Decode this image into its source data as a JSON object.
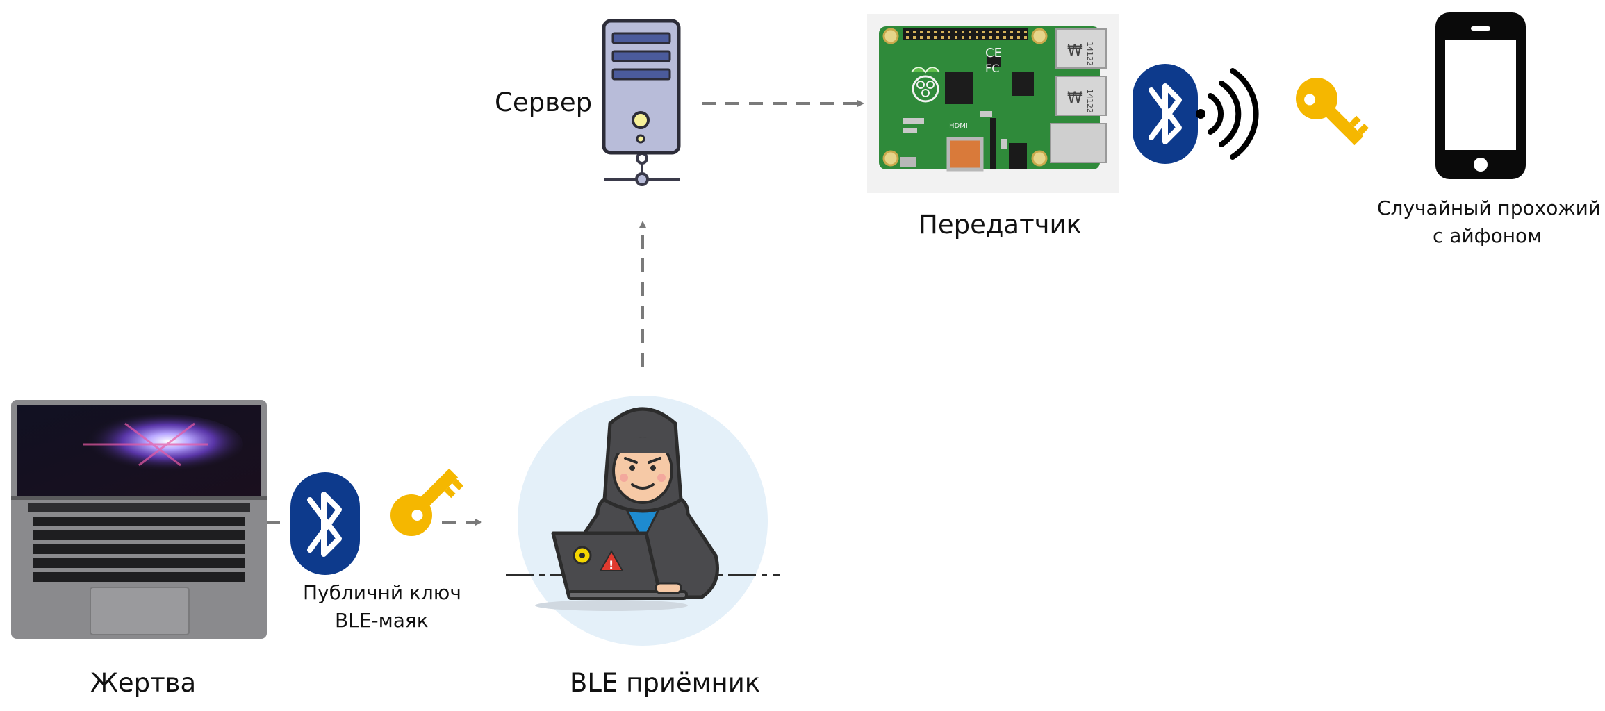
{
  "labels": {
    "server": "Сервер",
    "transmitter": "Передатчик",
    "passerby_line1": "Случайный прохожий",
    "passerby_line2": "с айфоном",
    "victim": "Жертва",
    "receiver": "BLE приёмник",
    "key_line1": "Публичнй ключ",
    "key_line2": "BLE-маяк"
  },
  "board_marks": {
    "ce": "CE",
    "fc": "FC",
    "hdmi": "HDMI",
    "port_code": "14122"
  },
  "colors": {
    "arrow": "#7a7a7a",
    "bluetooth": "#0d3a8c",
    "key": "#f5b700",
    "pcb": "#2f8a3a",
    "hacker_bg": "#e4f0f9",
    "phone": "#0a0a0a",
    "server_body": "#b8bcd9"
  },
  "icons": [
    "server-icon",
    "raspberry-pi-icon",
    "bluetooth-icon",
    "wifi-waves-icon",
    "key-icon",
    "smartphone-icon",
    "laptop-icon",
    "hacker-icon"
  ]
}
